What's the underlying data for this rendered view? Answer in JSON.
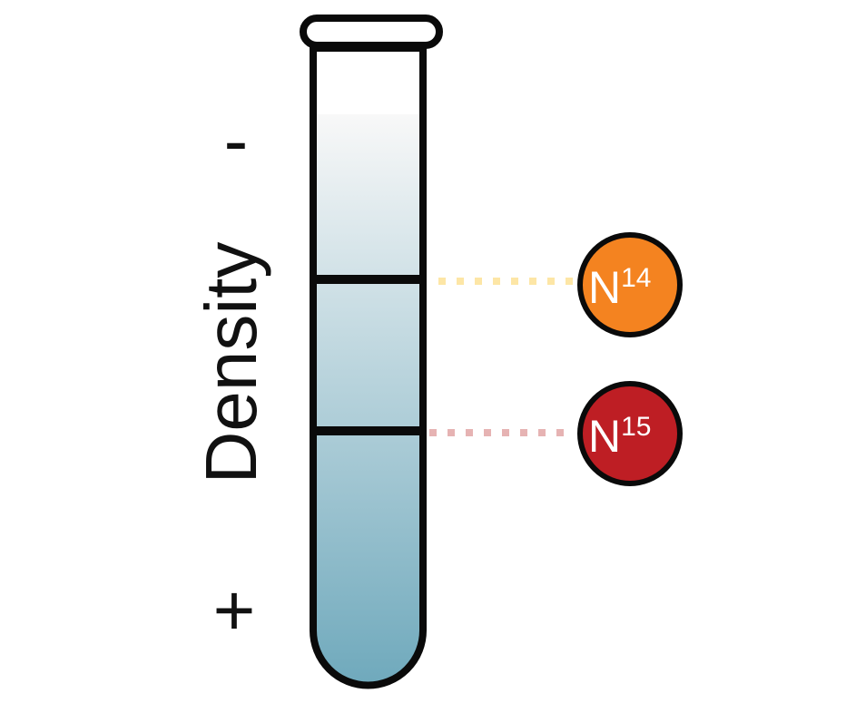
{
  "axis": {
    "label": "Density",
    "low_symbol": "-",
    "high_symbol": "+"
  },
  "bands": [
    {
      "element": "N",
      "isotope": "14",
      "color": "#F48320",
      "line_color": "#FDE6A6"
    },
    {
      "element": "N",
      "isotope": "15",
      "color": "#BE1E24",
      "line_color": "#E6B3B3"
    }
  ],
  "colors": {
    "liquid_top": "#F8F8F8",
    "liquid_bottom": "#6FA9BC",
    "outline": "#0A0A0A"
  }
}
